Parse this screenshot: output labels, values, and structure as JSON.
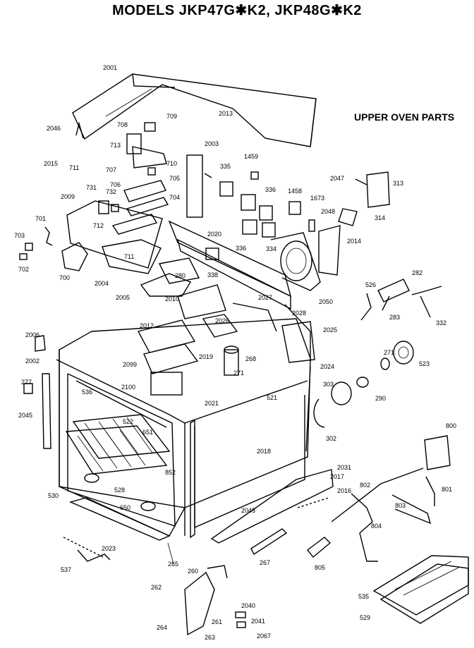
{
  "title": "MODELS JKP47G✱K2, JKP48G✱K2",
  "subtitle": "UPPER OVEN PARTS",
  "labels": {
    "2001": "2001",
    "2013": "2013",
    "709": "709",
    "708": "708",
    "2046": "2046",
    "713": "713",
    "2015": "2015",
    "711": "711",
    "707": "707",
    "710": "710",
    "2003": "2003",
    "1459": "1459",
    "335": "335",
    "2047": "2047",
    "313": "313",
    "706": "706",
    "705": "705",
    "731": "731",
    "732": "732",
    "336a": "336",
    "1458": "1458",
    "1673": "1673",
    "2048": "2048",
    "314": "314",
    "2009": "2009",
    "704": "704",
    "701": "701",
    "712": "712",
    "2014": "2014",
    "703": "703",
    "2020": "2020",
    "702": "702",
    "336b": "336",
    "334": "334",
    "700": "700",
    "280": "280",
    "338": "338",
    "282": "282",
    "2004": "2004",
    "526": "526",
    "2005": "2005",
    "2010": "2010",
    "2050": "2050",
    "2027": "2027",
    "283": "283",
    "332": "332",
    "2028": "2028",
    "2006": "2006",
    "2012": "2012",
    "2026": "2026",
    "2025": "2025",
    "2002": "2002",
    "2099": "2099",
    "2019": "2019",
    "268": "268",
    "271a": "271",
    "523": "523",
    "2024": "2024",
    "271b": "271",
    "277": "277",
    "536": "536",
    "2100": "2100",
    "303": "303",
    "521": "521",
    "290": "290",
    "2045": "2045",
    "2021": "2021",
    "522": "522",
    "651": "651",
    "302": "302",
    "800": "800",
    "2018": "2018",
    "2031": "2031",
    "852": "852",
    "2017": "2017",
    "802": "802",
    "801": "801",
    "530": "530",
    "528": "528",
    "2016": "2016",
    "803": "803",
    "650": "650",
    "2043": "2043",
    "804": "804",
    "2023": "2023",
    "537": "537",
    "265": "265",
    "267": "267",
    "805": "805",
    "260": "260",
    "262": "262",
    "535": "535",
    "2040": "2040",
    "529": "529",
    "261": "261",
    "2041": "2041",
    "264": "264",
    "263": "263",
    "2067": "2067"
  }
}
